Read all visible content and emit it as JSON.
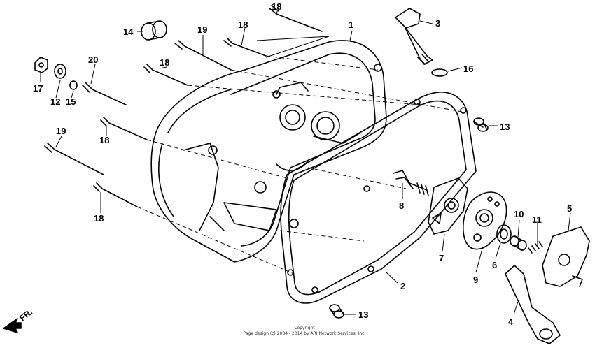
{
  "diagram": {
    "callouts": [
      {
        "id": "1",
        "label": "1"
      },
      {
        "id": "2",
        "label": "2"
      },
      {
        "id": "3",
        "label": "3"
      },
      {
        "id": "4",
        "label": "4"
      },
      {
        "id": "5",
        "label": "5"
      },
      {
        "id": "6",
        "label": "6"
      },
      {
        "id": "7",
        "label": "7"
      },
      {
        "id": "8",
        "label": "8"
      },
      {
        "id": "9",
        "label": "9"
      },
      {
        "id": "10",
        "label": "10"
      },
      {
        "id": "11",
        "label": "11"
      },
      {
        "id": "12",
        "label": "12"
      },
      {
        "id": "13a",
        "label": "13"
      },
      {
        "id": "13b",
        "label": "13"
      },
      {
        "id": "14",
        "label": "14"
      },
      {
        "id": "15",
        "label": "15"
      },
      {
        "id": "16",
        "label": "16"
      },
      {
        "id": "17",
        "label": "17"
      },
      {
        "id": "18a",
        "label": "18"
      },
      {
        "id": "18b",
        "label": "18"
      },
      {
        "id": "18c",
        "label": "18"
      },
      {
        "id": "18d",
        "label": "18"
      },
      {
        "id": "18e",
        "label": "18"
      },
      {
        "id": "19a",
        "label": "19"
      },
      {
        "id": "19b",
        "label": "19"
      },
      {
        "id": "20",
        "label": "20"
      }
    ],
    "direction_label": "FR.",
    "copyright_line1": "Copyright",
    "copyright_line2": "Page design (c) 2004 - 2014 by ARI Network Services, Inc."
  }
}
